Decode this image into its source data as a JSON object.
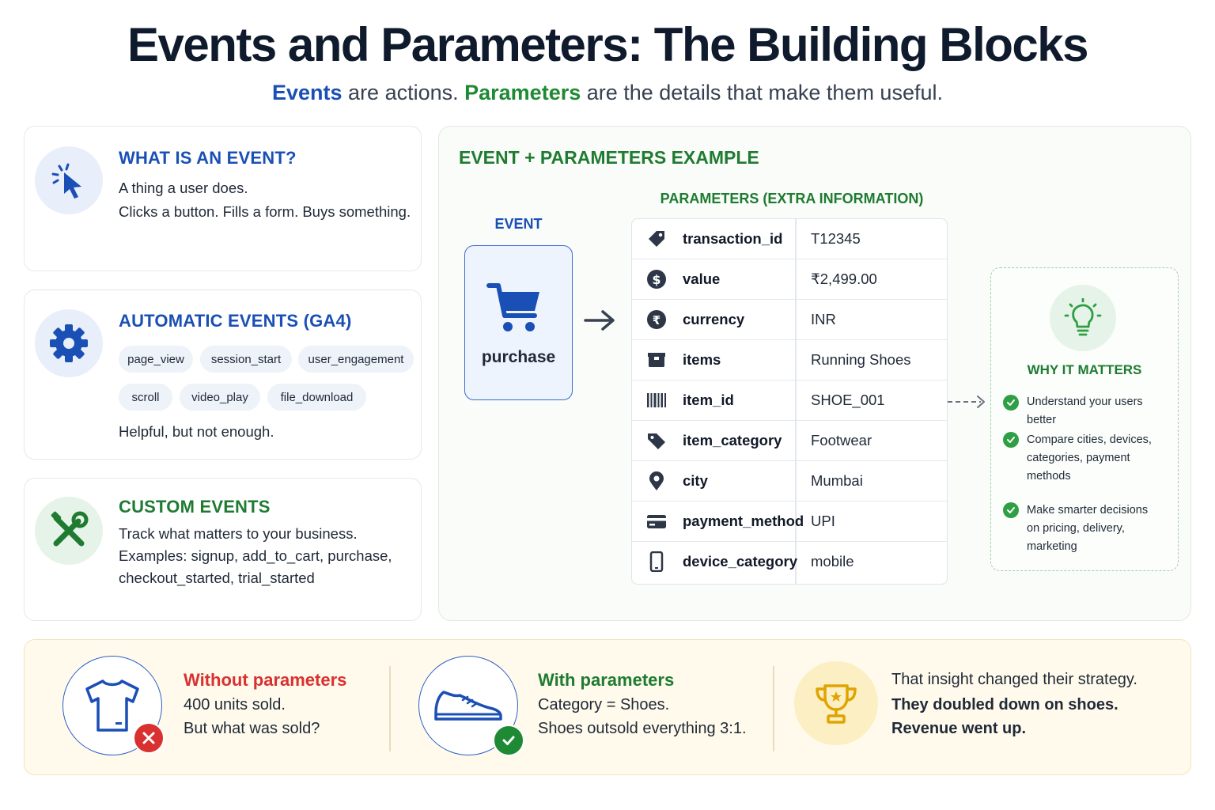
{
  "header": {
    "title": "Events and Parameters: The Building Blocks",
    "subtitle_events": "Events",
    "subtitle_mid": " are actions. ",
    "subtitle_params": "Parameters",
    "subtitle_end": " are the details that make them useful."
  },
  "what_is_event": {
    "title": "WHAT IS AN EVENT?",
    "line1": "A thing a user does.",
    "line2": "Clicks a button. Fills a form. Buys something."
  },
  "automatic_events": {
    "title": "AUTOMATIC EVENTS (GA4)",
    "chips": [
      "page_view",
      "session_start",
      "user_engagement",
      "scroll",
      "video_play",
      "file_download"
    ],
    "footer": "Helpful, but not enough."
  },
  "custom_events": {
    "title": "CUSTOM EVENTS",
    "line1": "Track what matters to your business.",
    "line2": "Examples: signup, add_to_cart, purchase,",
    "line3": "checkout_started, trial_started"
  },
  "example": {
    "title": "EVENT + PARAMETERS EXAMPLE",
    "params_label": "PARAMETERS (EXTRA INFORMATION)",
    "event_label": "EVENT",
    "event_name": "purchase",
    "parameters": [
      {
        "icon": "tag-icon",
        "key": "transaction_id",
        "value": "T12345"
      },
      {
        "icon": "dollar-icon",
        "key": "value",
        "value": "₹2,499.00"
      },
      {
        "icon": "rupee-icon",
        "key": "currency",
        "value": "INR"
      },
      {
        "icon": "box-icon",
        "key": "items",
        "value": "Running Shoes"
      },
      {
        "icon": "barcode-icon",
        "key": "item_id",
        "value": "SHOE_001"
      },
      {
        "icon": "label-icon",
        "key": "item_category",
        "value": "Footwear"
      },
      {
        "icon": "location-pin-icon",
        "key": "city",
        "value": "Mumbai"
      },
      {
        "icon": "credit-card-icon",
        "key": "payment_method",
        "value": "UPI"
      },
      {
        "icon": "smartphone-icon",
        "key": "device_category",
        "value": "mobile"
      }
    ]
  },
  "why_matters": {
    "title": "WHY IT MATTERS",
    "item1": "Understand your users better",
    "item2": "Compare cities, devices, categories, payment methods",
    "item3": "Make smarter decisions on pricing, delivery, marketing"
  },
  "bottom": {
    "without_title": "Without parameters",
    "without_line1": "400 units sold.",
    "without_line2": "But what was sold?",
    "with_title": "With parameters",
    "with_line1": "Category = Shoes.",
    "with_line2": "Shoes outsold everything 3:1.",
    "insight_line1": "That insight changed their strategy.",
    "insight_line2": "They doubled down on shoes.",
    "insight_line3": "Revenue went up."
  },
  "colors": {
    "blue": "#1a4fb5",
    "green": "#1e7b31",
    "red": "#d93030",
    "gold": "#e0a400"
  }
}
